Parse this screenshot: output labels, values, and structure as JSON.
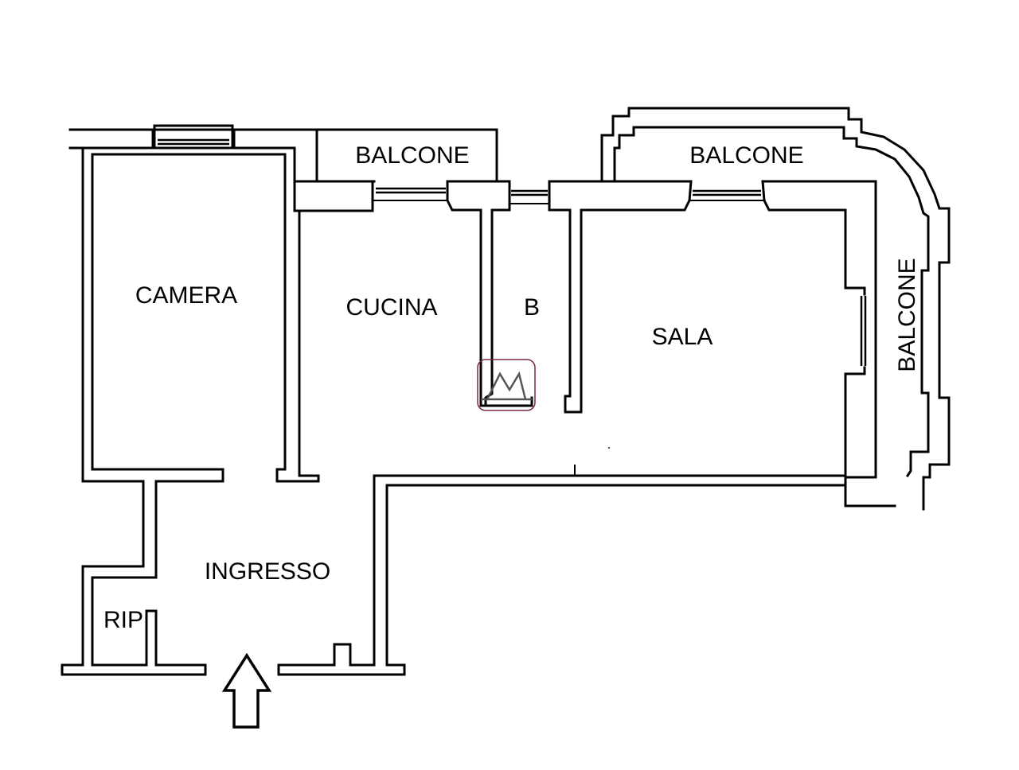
{
  "rooms": {
    "camera": "CAMERA",
    "cucina": "CUCINA",
    "bagno": "B",
    "sala": "SALA",
    "ingresso": "INGRESSO",
    "ripostiglio": "RIP",
    "balcone_kitchen": "BALCONE",
    "balcone_living": "BALCONE",
    "balcone_side": "BALCONE"
  },
  "colors": {
    "walls": "#000000",
    "background": "#ffffff",
    "logo_frame": "#7a2a3a",
    "logo_mark": "#555555"
  },
  "icons": {
    "entrance": "entrance-arrow-icon",
    "agency_logo": "agency-logo-icon"
  }
}
